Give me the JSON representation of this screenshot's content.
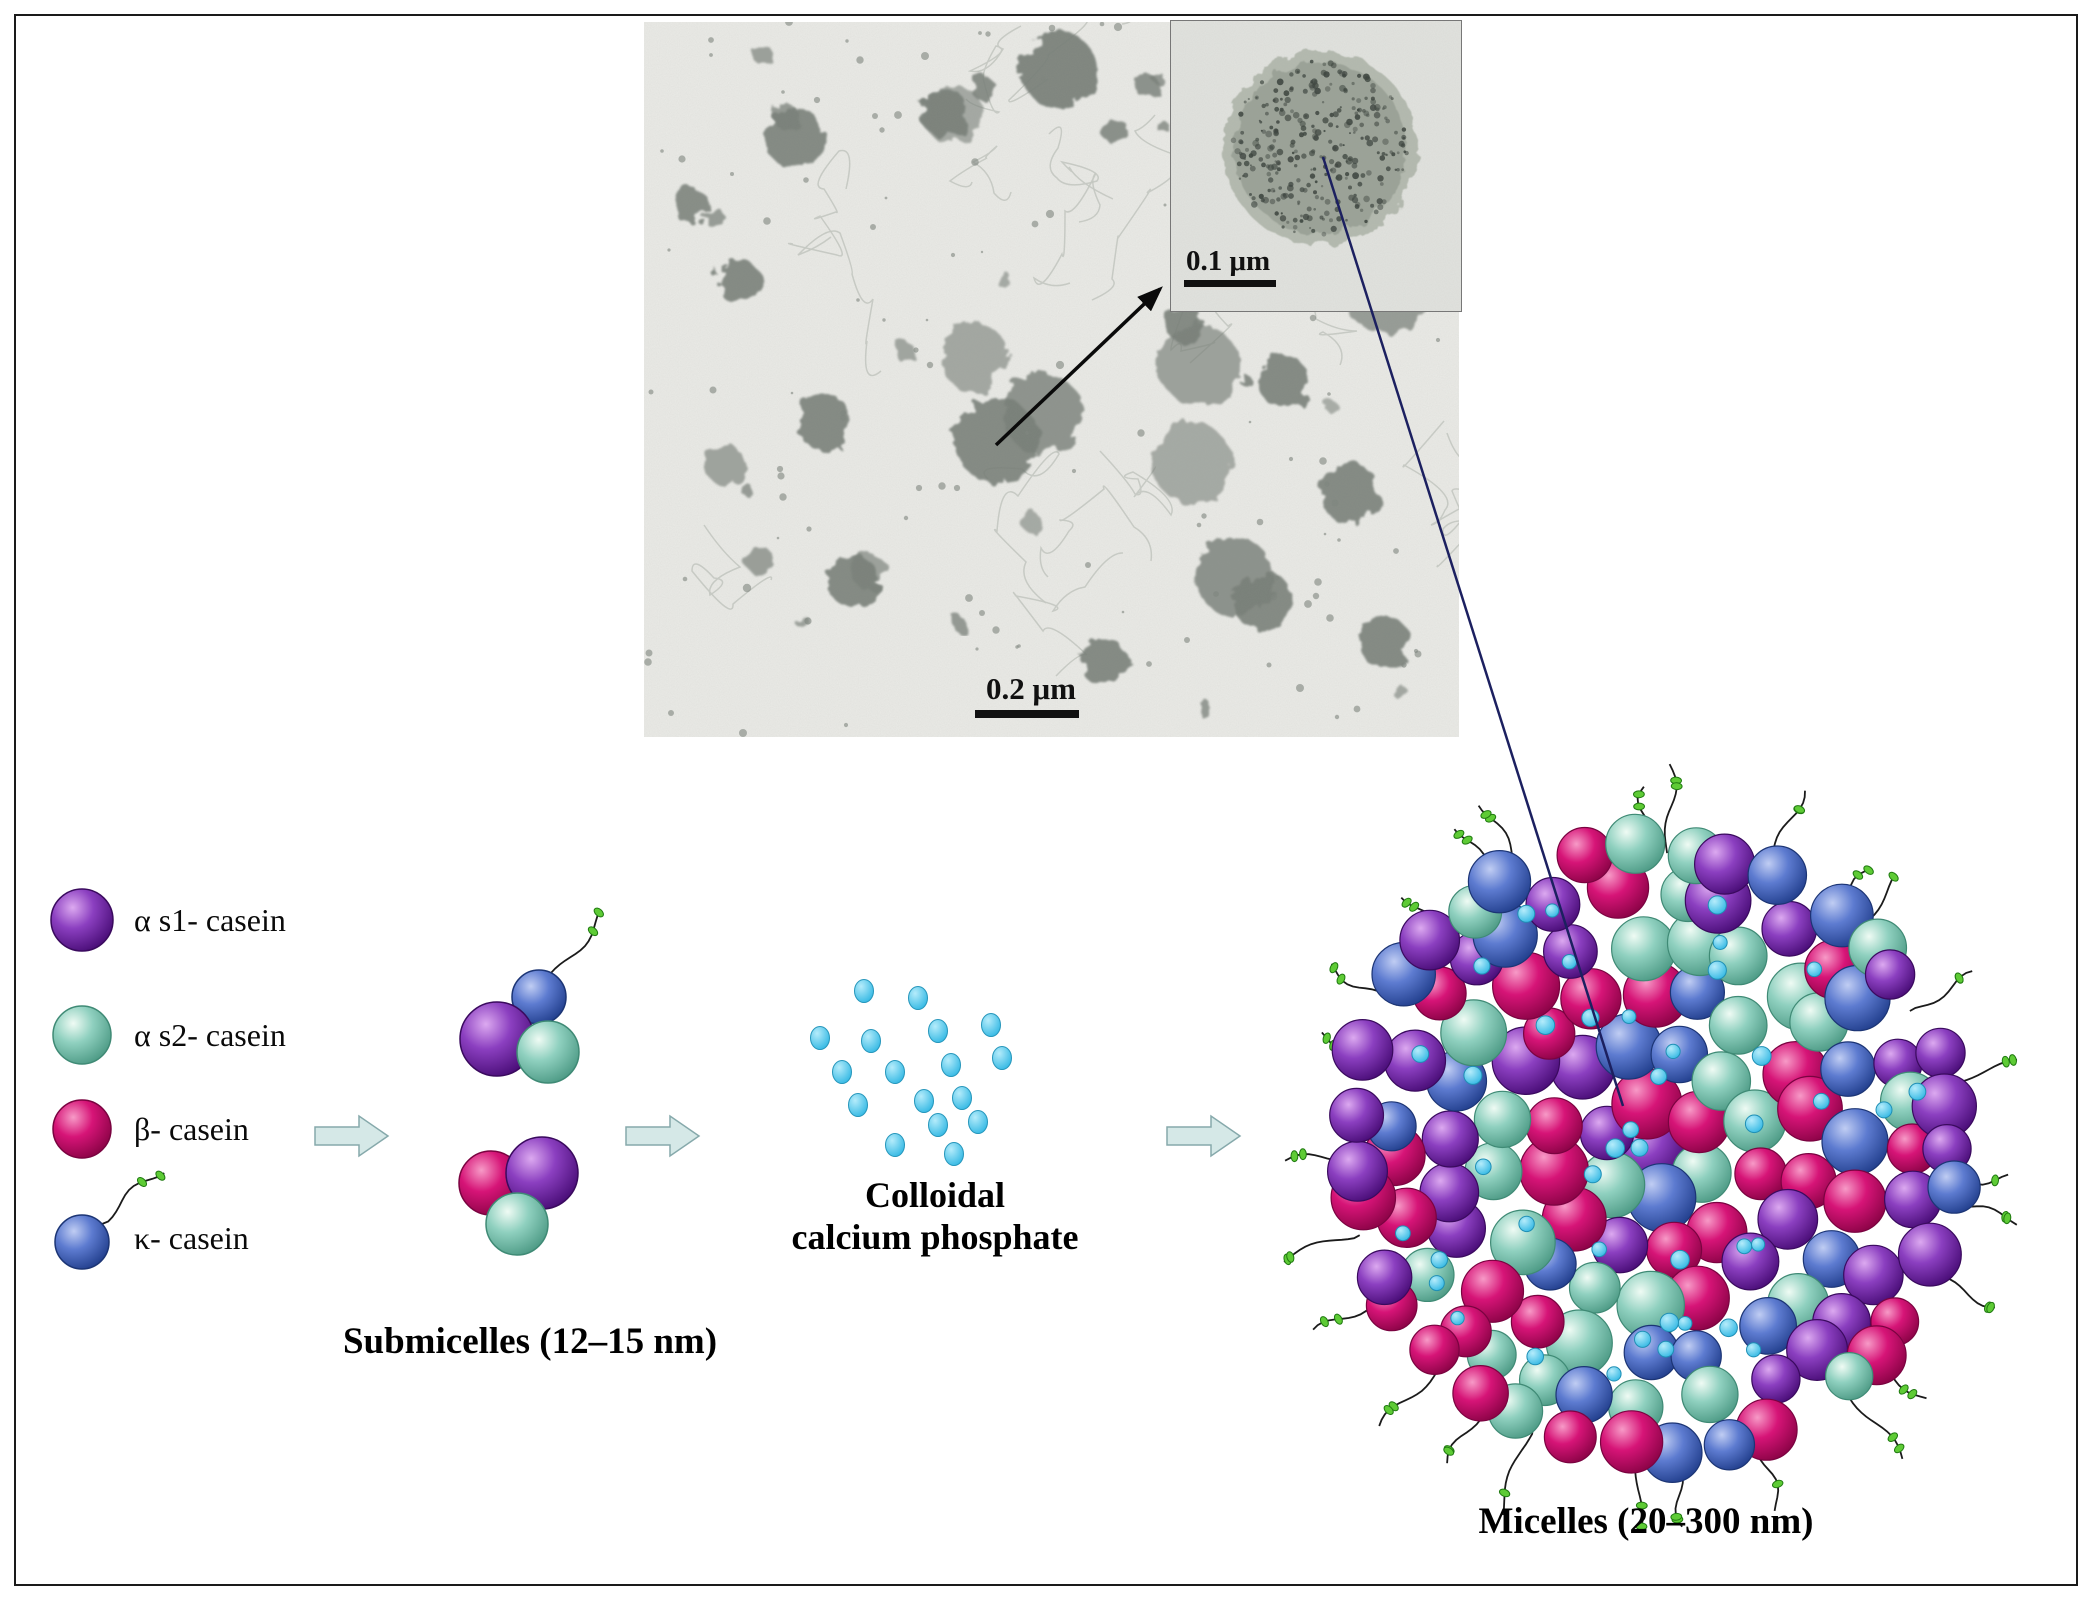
{
  "figure": {
    "tem": {
      "scale_label": "0.2 μm"
    },
    "inset": {
      "scale_label": "0.1 μm"
    },
    "legend": {
      "items": [
        {
          "label": "α s1- casein",
          "color": "#7b2fa6"
        },
        {
          "label": "α s2- casein",
          "color": "#86ccba"
        },
        {
          "label": "β- casein",
          "color": "#c40f6e"
        },
        {
          "label": "κ- casein",
          "color": "#4a67b8"
        }
      ]
    },
    "captions": {
      "submicelles": "Submicelles (12–15 nm)",
      "ccp_line1": "Colloidal",
      "ccp_line2": "calcium phosphate",
      "micelles": "Micelles (20–300 nm)"
    },
    "colors": {
      "ccp_dot": "#3ec1e8",
      "process_arrow_fill": "#d5e8e7",
      "connector_line": "#1c2060"
    }
  }
}
